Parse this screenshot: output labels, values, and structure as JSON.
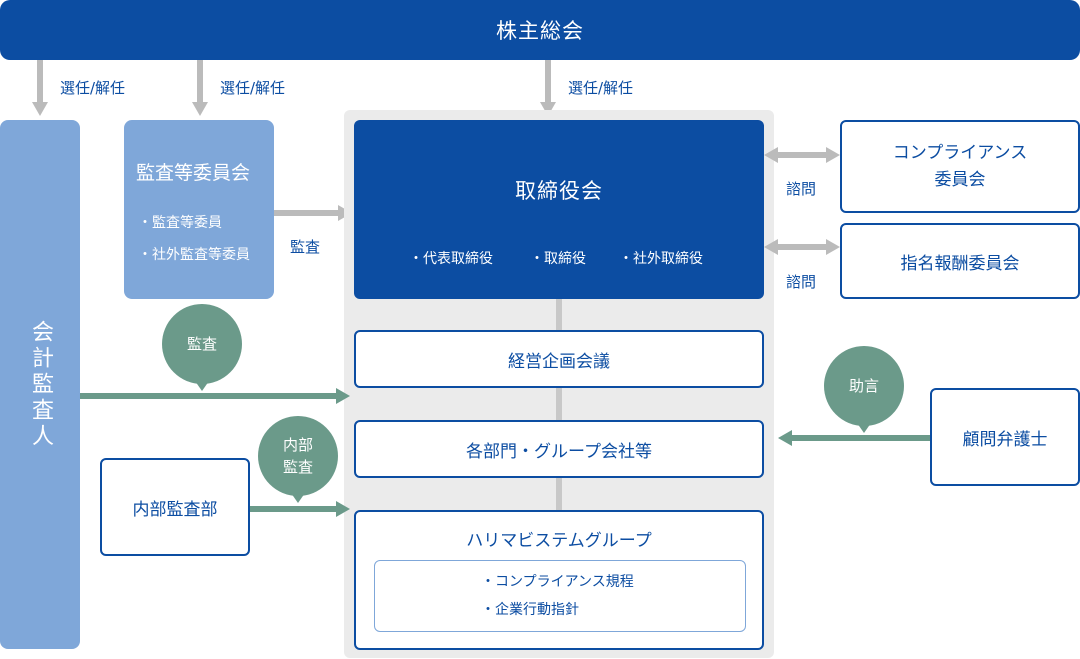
{
  "shareholders": "株主総会",
  "appoint_dismiss_label": "選任/解任",
  "accounting_auditor": "会計監査人",
  "audit_committee": {
    "title": "監査等委員会",
    "members": [
      "・監査等委員",
      "・社外監査等委員"
    ]
  },
  "audit_label": "監査",
  "board": {
    "title": "取締役会",
    "members": [
      "・代表取締役",
      "・取締役",
      "・社外取締役"
    ]
  },
  "advisory_label": "諮問",
  "compliance_committee": [
    "コンプライアンス",
    "委員会"
  ],
  "nomination_committee": "指名報酬委員会",
  "management_meeting": "経営企画会議",
  "departments": "各部門・グループ会社等",
  "group": {
    "title": "ハリマビステムグループ",
    "items": [
      "・コンプライアンス規程",
      "・企業行動指針"
    ]
  },
  "bubbles": {
    "audit": "監査",
    "internal_audit": [
      "内部",
      "監査"
    ],
    "advice": "助言"
  },
  "internal_audit_dept": "内部監査部",
  "legal_advisor": "顧問弁護士",
  "colors": {
    "navy": "#0c4da2",
    "light_blue": "#7fa7d9",
    "green": "#6b9a8a",
    "gray_arrow": "#bbbbbb",
    "panel": "#ebebeb"
  }
}
